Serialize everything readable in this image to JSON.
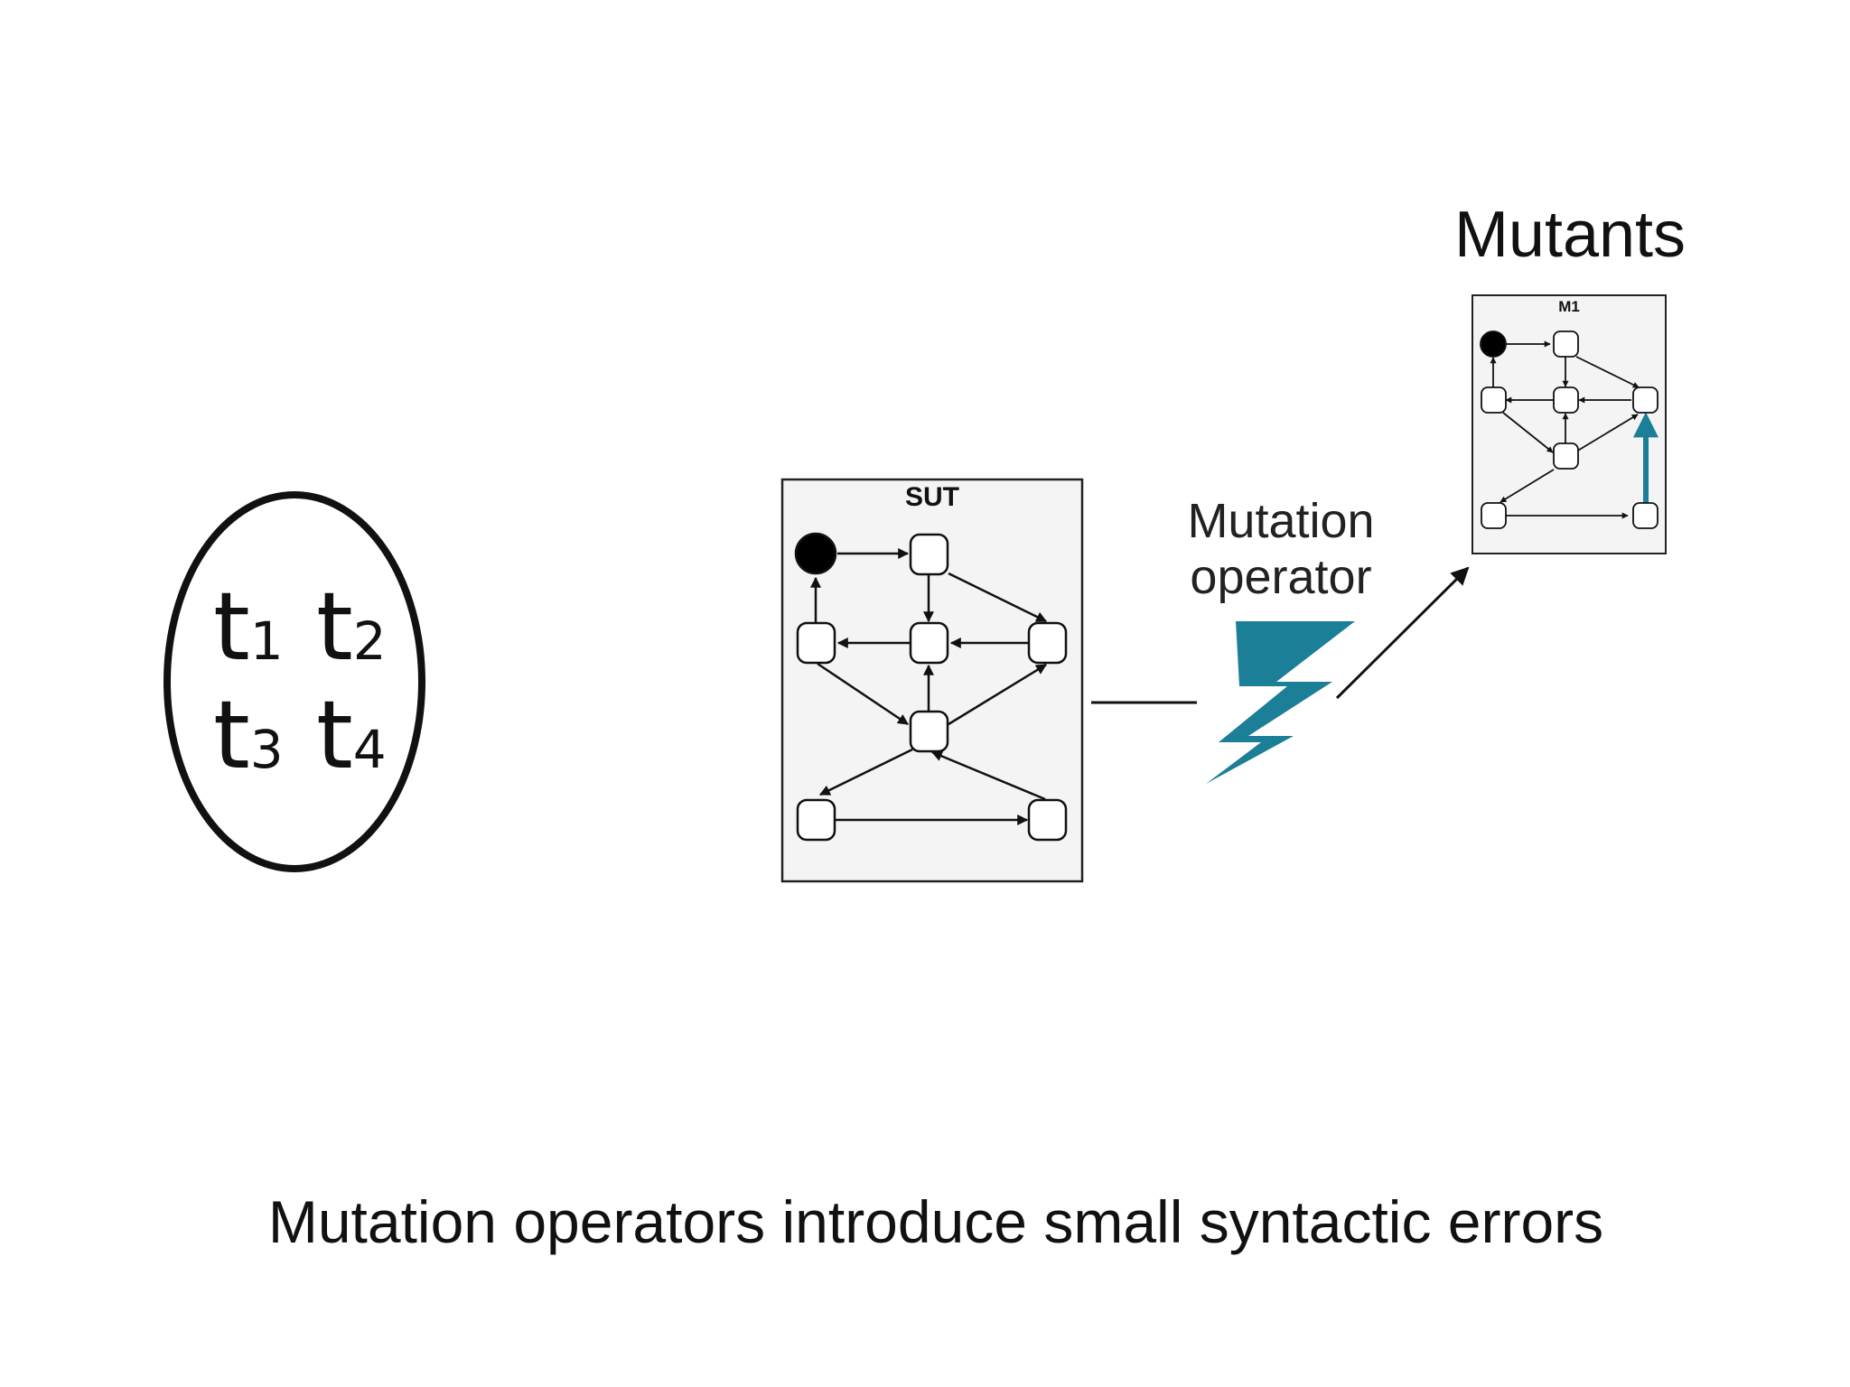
{
  "tests": {
    "items": [
      {
        "base": "t",
        "sub": "1"
      },
      {
        "base": "t",
        "sub": "2"
      },
      {
        "base": "t",
        "sub": "3"
      },
      {
        "base": "t",
        "sub": "4"
      }
    ]
  },
  "sut": {
    "title": "SUT"
  },
  "operator": {
    "line1": "Mutation",
    "line2": "operator"
  },
  "mutants": {
    "label": "Mutants",
    "m1_title": "M1"
  },
  "caption": "Mutation operators introduce small syntactic errors",
  "colors": {
    "mutation_accent": "#1b7f98",
    "panel_fill": "#f4f4f4",
    "stroke": "#111111"
  },
  "icons": [
    "lightning-bolt-icon"
  ]
}
